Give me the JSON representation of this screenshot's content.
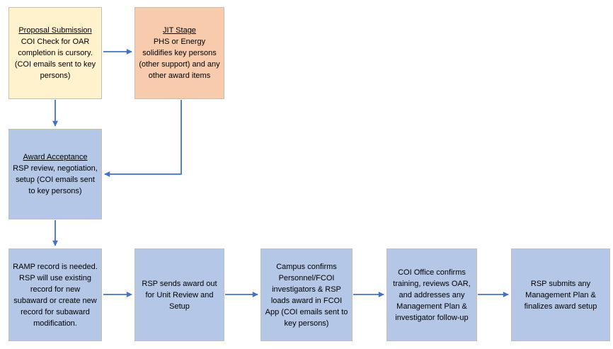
{
  "colors": {
    "canvas_background": "#ffffff",
    "arrow": "#4472C4",
    "box_border": "#c3c0b3",
    "text": "#000000",
    "fill_cream": "#FFF2CC",
    "fill_peach": "#F8CBAD",
    "fill_blue": "#B4C7E7"
  },
  "boxes": [
    {
      "name": "proposal-submission",
      "title": "Proposal Submission",
      "body": "COI Check for OAR completion is cursory. (COI emails sent to key persons)",
      "fill": "#FFF2CC"
    },
    {
      "name": "jit-stage",
      "title": "JIT Stage",
      "body": "PHS or Energy solidifies key persons (other support) and any other award items",
      "fill": "#F8CBAD"
    },
    {
      "name": "award-acceptance",
      "title": "Award Acceptance",
      "body": "RSP review, negotiation, setup (COI emails sent to key persons)",
      "fill": "#B4C7E7"
    },
    {
      "name": "ramp-record",
      "body": "RAMP record is needed.  RSP will use existing record for new subaward or create new record for subaward modification.",
      "fill": "#B4C7E7"
    },
    {
      "name": "unit-review-setup",
      "body": "RSP sends award out for Unit Review and Setup",
      "fill": "#B4C7E7"
    },
    {
      "name": "campus-confirms",
      "body": "Campus confirms Personnel/FCOI investigators & RSP loads award in FCOI App (COI emails sent to key persons)",
      "fill": "#B4C7E7"
    },
    {
      "name": "coi-office-confirms",
      "body": "COI Office confirms training, reviews OAR, and addresses any Management Plan & investigator follow-up",
      "fill": "#B4C7E7"
    },
    {
      "name": "rsp-submits",
      "body": "RSP submits any Management Plan & finalizes award setup",
      "fill": "#B4C7E7"
    }
  ],
  "connectors": [
    {
      "name": "arrow-proposal-to-jit",
      "from": "proposal-submission",
      "to": "jit-stage"
    },
    {
      "name": "arrow-proposal-to-award",
      "from": "proposal-submission",
      "to": "award-acceptance"
    },
    {
      "name": "arrow-jit-to-award",
      "from": "jit-stage",
      "to": "award-acceptance",
      "shape": "elbow"
    },
    {
      "name": "arrow-award-to-ramp",
      "from": "award-acceptance",
      "to": "ramp-record"
    },
    {
      "name": "arrow-ramp-to-unit",
      "from": "ramp-record",
      "to": "unit-review-setup"
    },
    {
      "name": "arrow-unit-to-campus",
      "from": "unit-review-setup",
      "to": "campus-confirms"
    },
    {
      "name": "arrow-campus-to-coi",
      "from": "campus-confirms",
      "to": "coi-office-confirms"
    },
    {
      "name": "arrow-coi-to-submit",
      "from": "coi-office-confirms",
      "to": "rsp-submits"
    }
  ]
}
